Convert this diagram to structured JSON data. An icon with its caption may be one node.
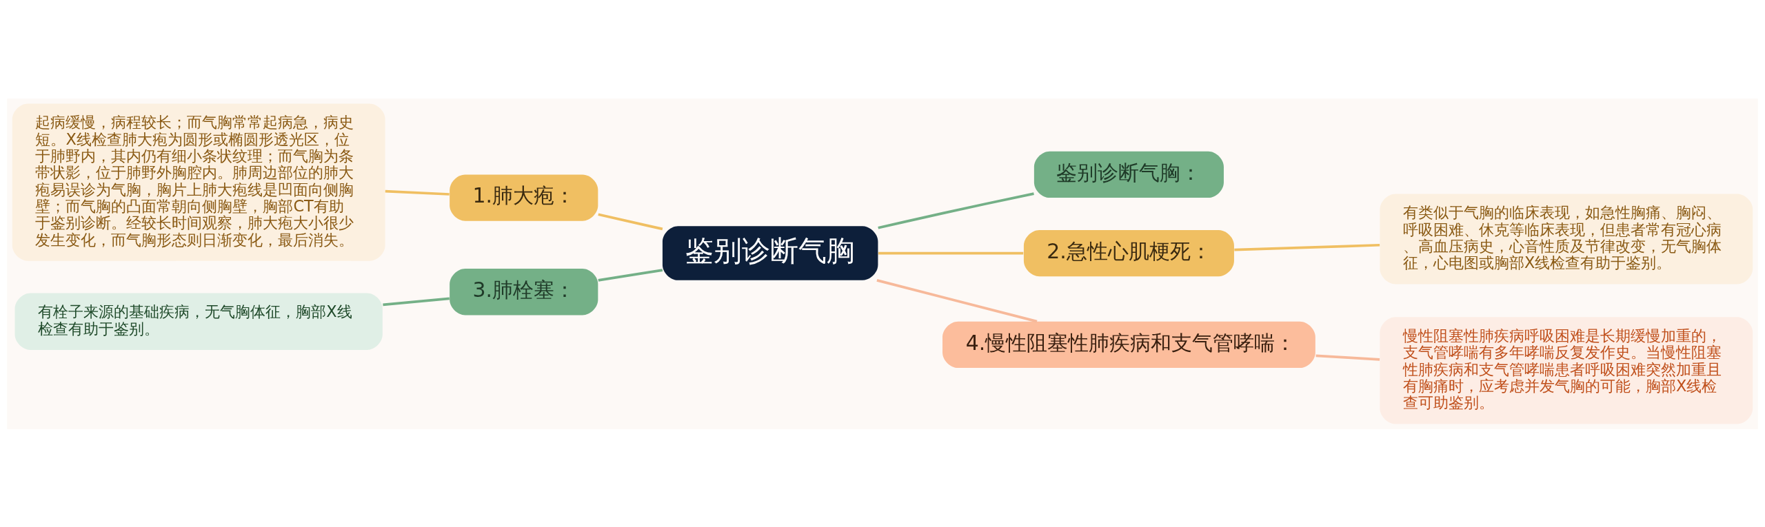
{
  "diagram": {
    "nodes": [
      {
        "text": [
          "鉴别诊断气胸"
        ]
      },
      {
        "text": [
          "鉴别诊断气胸："
        ]
      },
      {
        "text": [
          "1.肺大疱："
        ]
      },
      {
        "text": [
          "起病缓慢，病程较长；而气胸常常起病急，病史短。X线检查肺大疱为圆形或椭圆形透光区，位于肺野内，其内仍有细小条状纹理；而气胸为条带状影，位于肺野外胸腔内。肺周边部位的肺大疱易误诊为气胸，胸片上肺大疱线是凹面向侧胸壁；而气胸的凸面常朝向侧胸壁，胸部CT有助于鉴别诊断。经较长时间观察，肺大疱大小很少发生变化，而气胸形态则日渐变化，最后消失。"
        ]
      },
      {
        "text": [
          "2.急性心肌梗死："
        ]
      },
      {
        "text": [
          "有类似于气胸的临床表现，如急性胸痛、胸闷、呼吸困难、休克等临床表现，但患者常有冠心病、高血压病史，心音性质及节律改变，无气胸体征，心电图或胸部X线检查有助于鉴别。"
        ]
      },
      {
        "text": [
          "3.肺栓塞："
        ]
      },
      {
        "text": [
          "有栓子来源的基础疾病，无气胸体征，胸部X线检查有助于鉴别。"
        ]
      },
      {
        "text": [
          "4.慢性阻塞性肺疾病和支气管哮喘："
        ]
      },
      {
        "text": [
          "慢性阻塞性肺疾病呼吸困难是长期缓慢加重的，支气管哮喘有多年哮喘反复发作史。当慢性阻塞性肺疾病和支气管哮喘患者呼吸困难突然加重且有胸痛时，应考虑并发气胸的可能，胸部X线检查可助鉴别。"
        ]
      }
    ],
    "edges": [
      {
        "from": 0,
        "to": 1,
        "arrow": "none",
        "color": "#74b087"
      },
      {
        "from": 0,
        "to": 2,
        "arrow": "none"
      },
      {
        "from": 2,
        "to": 3,
        "arrow": "none"
      },
      {
        "from": 0,
        "to": 4,
        "arrow": "none"
      },
      {
        "from": 4,
        "to": 5,
        "arrow": "none"
      },
      {
        "from": 0,
        "to": 6,
        "arrow": "none",
        "color": "#74b087"
      },
      {
        "from": 6,
        "to": 7,
        "arrow": "none",
        "color": "#74b087"
      },
      {
        "from": 0,
        "to": 8,
        "arrow": "none",
        "color": "#f7b99a"
      },
      {
        "from": 8,
        "to": 9,
        "arrow": "none",
        "color": "#f7b99a"
      }
    ]
  }
}
